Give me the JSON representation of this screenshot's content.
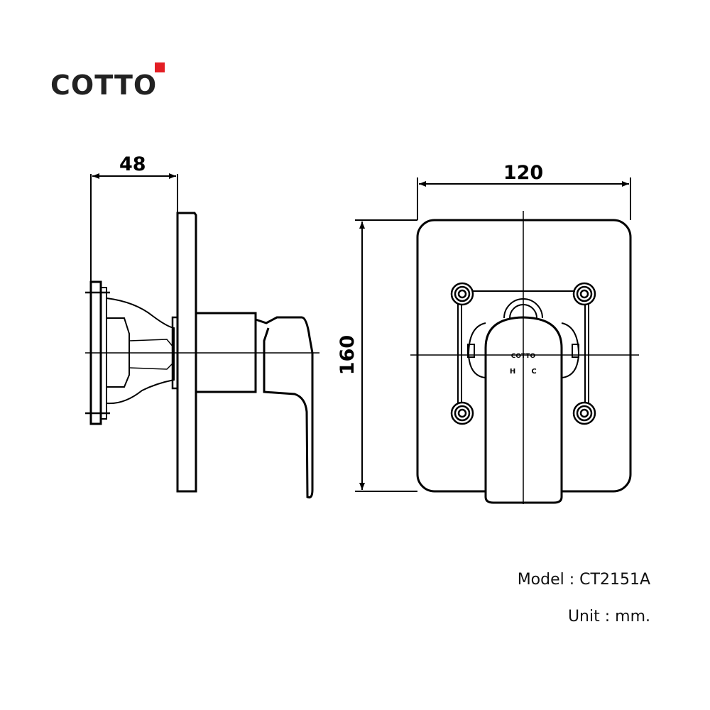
{
  "logo": {
    "text": "COTTO",
    "accent_color": "#e31e24"
  },
  "dimensions": {
    "depth": "48",
    "width": "120",
    "height": "160"
  },
  "handle_marks": {
    "brand": "COTTO",
    "hot": "H",
    "cold": "C"
  },
  "info": {
    "model": "Model : CT2151A",
    "unit": "Unit : mm."
  }
}
